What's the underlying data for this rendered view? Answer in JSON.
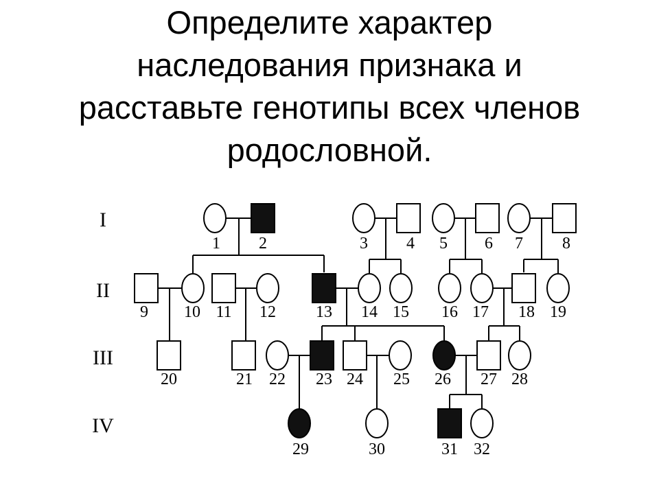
{
  "title_lines": [
    "Определите характер",
    "наследования признака и",
    "расставьте генотипы всех членов",
    "родословной."
  ],
  "generations": [
    "I",
    "II",
    "III",
    "IV"
  ],
  "individuals": [
    {
      "id": "1",
      "sex": "female",
      "affected": false
    },
    {
      "id": "2",
      "sex": "male",
      "affected": true
    },
    {
      "id": "3",
      "sex": "female",
      "affected": false
    },
    {
      "id": "4",
      "sex": "male",
      "affected": false
    },
    {
      "id": "5",
      "sex": "female",
      "affected": false
    },
    {
      "id": "6",
      "sex": "male",
      "affected": false
    },
    {
      "id": "7",
      "sex": "female",
      "affected": false
    },
    {
      "id": "8",
      "sex": "male",
      "affected": false
    },
    {
      "id": "9",
      "sex": "male",
      "affected": false
    },
    {
      "id": "10",
      "sex": "female",
      "affected": false
    },
    {
      "id": "11",
      "sex": "male",
      "affected": false
    },
    {
      "id": "12",
      "sex": "female",
      "affected": false
    },
    {
      "id": "13",
      "sex": "male",
      "affected": true
    },
    {
      "id": "14",
      "sex": "female",
      "affected": false
    },
    {
      "id": "15",
      "sex": "female",
      "affected": false
    },
    {
      "id": "16",
      "sex": "female",
      "affected": false
    },
    {
      "id": "17",
      "sex": "female",
      "affected": false
    },
    {
      "id": "18",
      "sex": "male",
      "affected": false
    },
    {
      "id": "19",
      "sex": "female",
      "affected": false
    },
    {
      "id": "20",
      "sex": "male",
      "affected": false
    },
    {
      "id": "21",
      "sex": "male",
      "affected": false
    },
    {
      "id": "22",
      "sex": "female",
      "affected": false
    },
    {
      "id": "23",
      "sex": "male",
      "affected": true
    },
    {
      "id": "24",
      "sex": "male",
      "affected": false
    },
    {
      "id": "25",
      "sex": "female",
      "affected": false
    },
    {
      "id": "26",
      "sex": "female",
      "affected": true
    },
    {
      "id": "27",
      "sex": "male",
      "affected": false
    },
    {
      "id": "28",
      "sex": "female",
      "affected": false
    },
    {
      "id": "29",
      "sex": "female",
      "affected": true
    },
    {
      "id": "30",
      "sex": "female",
      "affected": false
    },
    {
      "id": "31",
      "sex": "male",
      "affected": true
    },
    {
      "id": "32",
      "sex": "female",
      "affected": false
    }
  ],
  "colors": {
    "affected_fill": "#111111",
    "stroke": "#000000",
    "background": "#ffffff"
  }
}
